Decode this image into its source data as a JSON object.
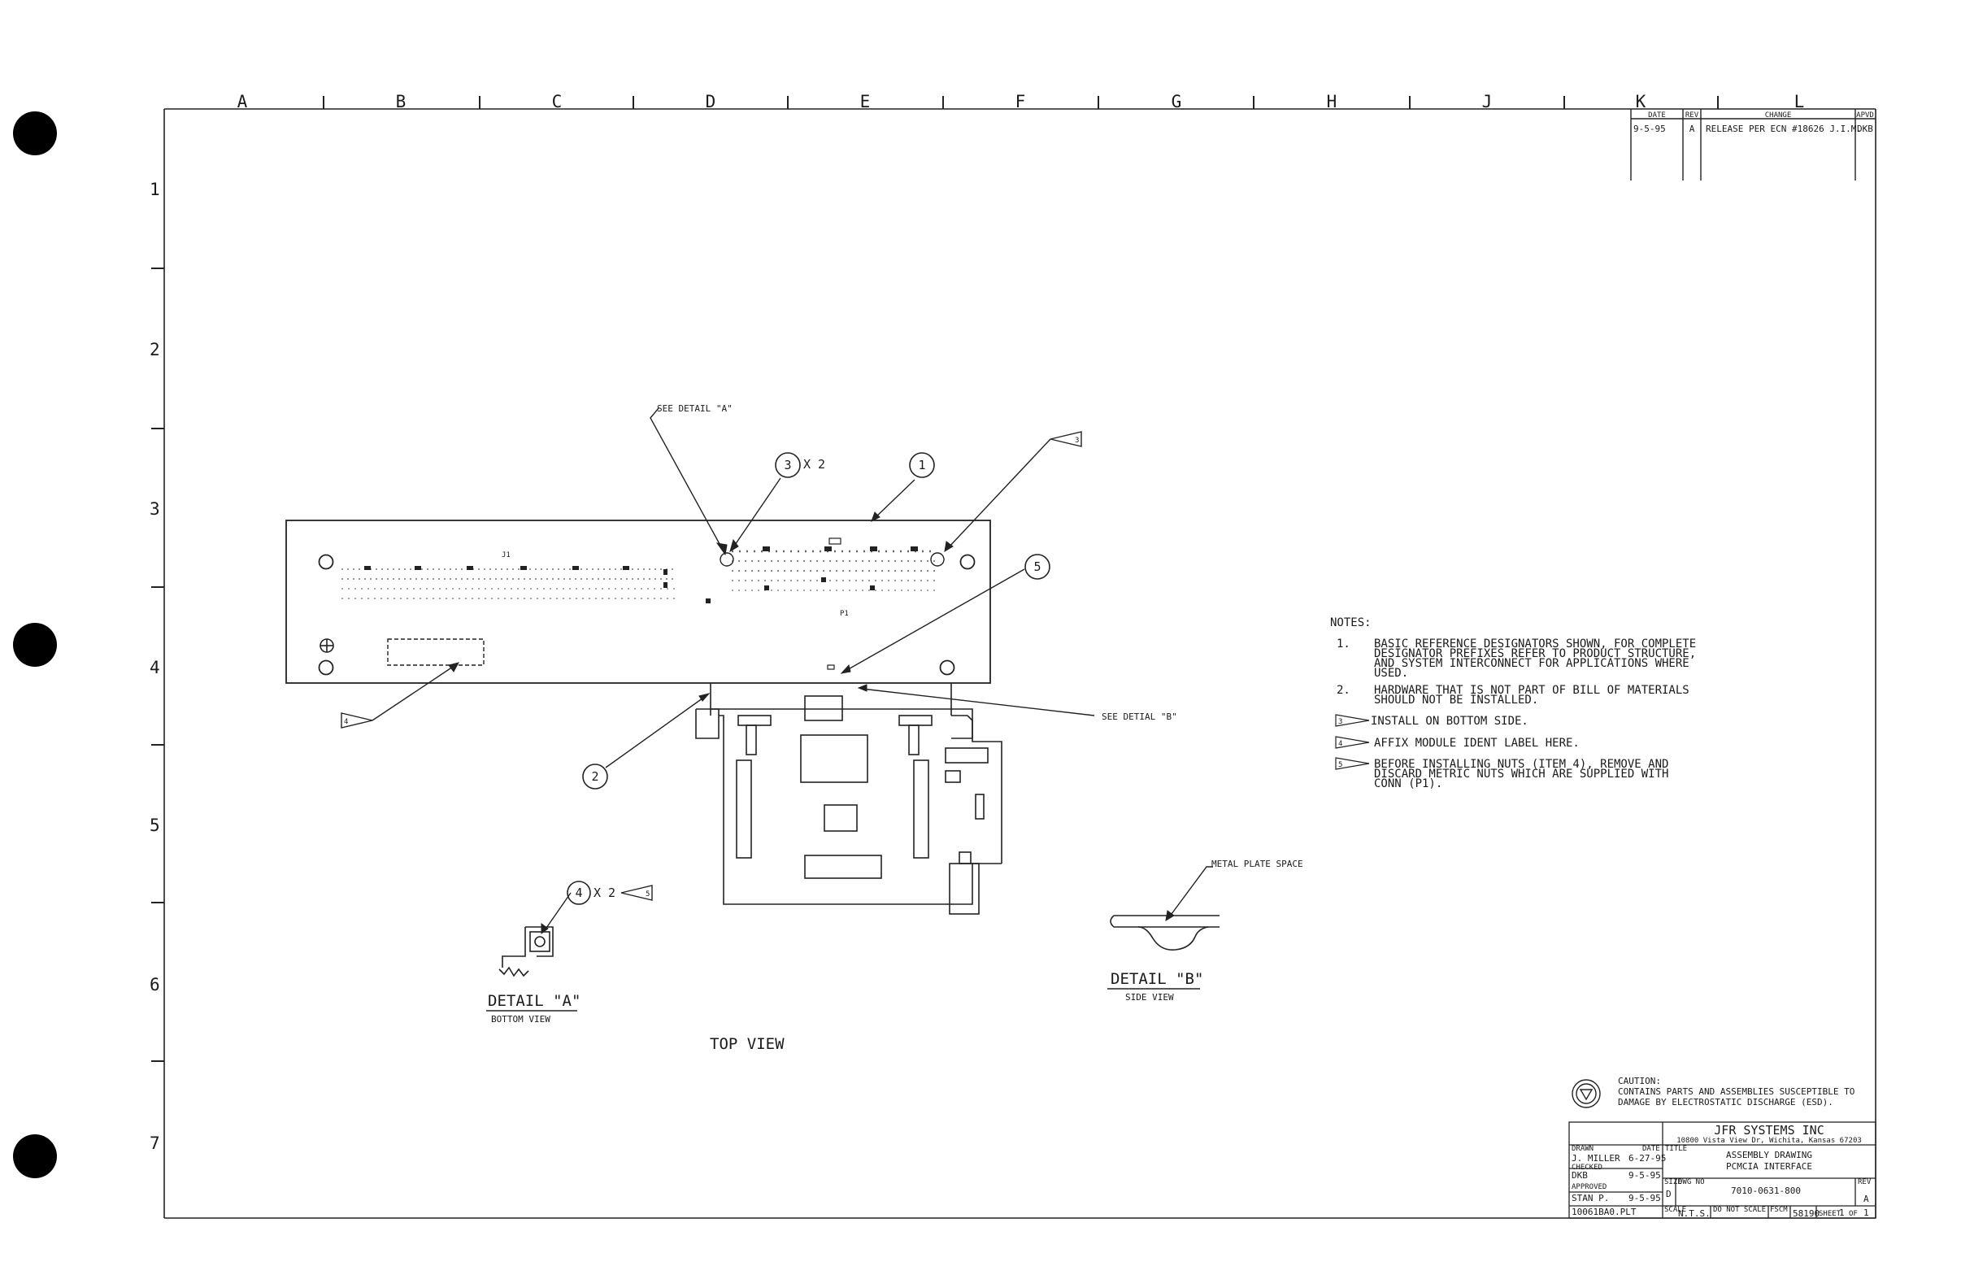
{
  "grid": {
    "columns": [
      "A",
      "B",
      "C",
      "D",
      "E",
      "F",
      "G",
      "H",
      "J",
      "K",
      "L"
    ],
    "rows": [
      "1",
      "2",
      "3",
      "4",
      "5",
      "6",
      "7"
    ]
  },
  "revision_block": {
    "headers": [
      "DATE",
      "REV",
      "CHANGE",
      "APVD"
    ],
    "entry": {
      "date": "9-5-95",
      "rev": "A",
      "change": "RELEASE PER ECN #18626 J.I.M.",
      "apvd": "DKB"
    }
  },
  "callouts": {
    "see_detail_a": "SEE DETAIL \"A\"",
    "see_detail_b": "SEE DETIAL \"B\"",
    "item_3": "3",
    "qty_x2_top": "X 2",
    "item_1": "1",
    "flag_3": "3",
    "item_5": "5",
    "flag_4": "4",
    "item_2": "2",
    "item_4": "4",
    "qty_x2_detail": "X 2",
    "flag_5": "5",
    "metal_plate": "METAL PLATE SPACE",
    "ref_j1": "J1",
    "ref_p1": "P1"
  },
  "views": {
    "detail_a_title": "DETAIL \"A\"",
    "detail_a_sub": "BOTTOM VIEW",
    "detail_b_title": "DETAIL \"B\"",
    "detail_b_sub": "SIDE VIEW",
    "top_view": "TOP VIEW"
  },
  "notes": {
    "title": "NOTES:",
    "items": [
      {
        "num": "1.",
        "lines": [
          "BASIC REFERENCE DESIGNATORS SHOWN, FOR COMPLETE",
          "DESIGNATOR PREFIXES REFER TO PRODUCT STRUCTURE,",
          "AND SYSTEM INTERCONNECT FOR APPLICATIONS WHERE",
          "USED."
        ]
      },
      {
        "num": "2.",
        "lines": [
          "HARDWARE THAT IS NOT PART OF BILL OF MATERIALS",
          "SHOULD NOT BE INSTALLED."
        ]
      },
      {
        "num": "3",
        "lines": [
          "INSTALL ON BOTTOM SIDE."
        ]
      },
      {
        "num": "4",
        "lines": [
          "AFFIX MODULE IDENT LABEL HERE."
        ]
      },
      {
        "num": "5",
        "lines": [
          "BEFORE INSTALLING NUTS (ITEM 4), REMOVE AND",
          "DISCARD METRIC NUTS WHICH ARE SUPPLIED WITH",
          "CONN (P1)."
        ]
      }
    ]
  },
  "caution": {
    "title": "CAUTION:",
    "line1": "CONTAINS PARTS AND ASSEMBLIES SUSCEPTIBLE TO",
    "line2": "DAMAGE BY ELECTROSTATIC DISCHARGE (ESD)."
  },
  "title_block": {
    "company": "JFR SYSTEMS INC",
    "address": "10800 Vista View Dr, Wichita, Kansas 67203",
    "drawn_label": "DRAWN",
    "drawn_by": "J. MILLER",
    "drawn_date": "6-27-95",
    "checked_label": "CHECKED",
    "checked_by": "DKB",
    "checked_date": "9-5-95",
    "approved_label": "APPROVED",
    "approved_by": "STAN P.",
    "approved_date": "9-5-95",
    "date_label": "DATE",
    "title_label": "TITLE",
    "title_line1": "ASSEMBLY DRAWING",
    "title_line2": "PCMCIA INTERFACE",
    "size_label": "SIZE",
    "size": "D",
    "dwg_label": "DWG NO",
    "dwg_no": "7010-0631-800",
    "rev_label": "REV",
    "rev": "A",
    "file": "10061BA0.PLT",
    "scale_label": "SCALE",
    "scale": "N.T.S.",
    "noscale_label": "DO NOT SCALE",
    "fscm_label": "FSCM",
    "fscm": "58190",
    "sheet_label": "SHEET",
    "sheet": "1",
    "of_label": "OF",
    "sheets": "1"
  }
}
